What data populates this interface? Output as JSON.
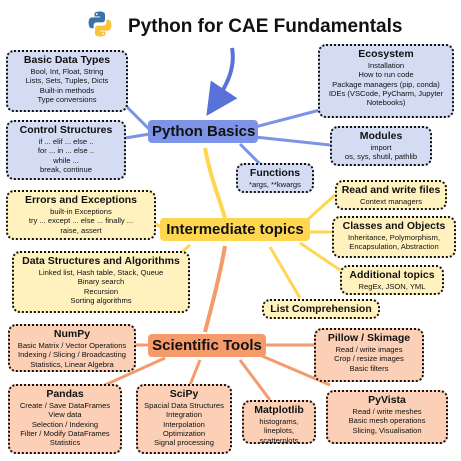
{
  "header": {
    "title": "Python for CAE Fundamentals"
  },
  "colors": {
    "blue_hub": "#7d93e6",
    "blue_box": "#d4dcf4",
    "yellow_hub": "#fed64f",
    "yellow_box": "#fff2bf",
    "orange_hub": "#f59a6a",
    "orange_box": "#fbd0b6",
    "arrow": "#5872d9"
  },
  "hubs": {
    "python_basics": "Python Basics",
    "intermediate": "Intermediate topics",
    "scientific": "Scientific Tools"
  },
  "basics": {
    "data_types": {
      "title": "Basic Data Types",
      "lines": [
        "Bool, Int, Float, String",
        "Lists, Sets, Tuples, Dicts",
        "Built-in methods",
        "Type conversions"
      ]
    },
    "control": {
      "title": "Control Structures",
      "lines": [
        "if ... elif ... else ..",
        "for ... in ... else ..",
        "while ...",
        "break, continue"
      ]
    },
    "ecosystem": {
      "title": "Ecosystem",
      "lines": [
        "Installation",
        "How to run code",
        "Package managers (pip, conda)",
        "IDEs (VSCode, PyCharm, Jupyter",
        "Notebooks)"
      ]
    },
    "modules": {
      "title": "Modules",
      "lines": [
        "import",
        "os, sys, shutil, pathlib"
      ]
    },
    "functions": {
      "title": "Functions",
      "lines": [
        "*args, **kwargs"
      ]
    }
  },
  "intermediate": {
    "errors": {
      "title": "Errors and Exceptions",
      "lines": [
        "built-in Exceptions",
        "try ... except ... else ... finally ...",
        "raise, assert"
      ]
    },
    "dsa": {
      "title": "Data Structures and Algorithms",
      "lines": [
        "Linked list, Hash table, Stack, Queue",
        "Binary search",
        "Recursion",
        "Sorting algorithms"
      ]
    },
    "files": {
      "title": "Read and write files",
      "lines": [
        "Context managers"
      ]
    },
    "classes": {
      "title": "Classes and Objects",
      "lines": [
        "Inheritance, Polymorphism,",
        "Encapsulation, Abstraction"
      ]
    },
    "additional": {
      "title": "Additional topics",
      "lines": [
        "RegEx, JSON, YML"
      ]
    },
    "comprehension": {
      "title": "List Comprehension"
    }
  },
  "scientific": {
    "numpy": {
      "title": "NumPy",
      "lines": [
        "Basic Matrix / Vector Operations",
        "Indexing / Slicing / Broadcasting",
        "Statistics, Linear Algebra"
      ]
    },
    "pandas": {
      "title": "Pandas",
      "lines": [
        "Create / Save DataFrames",
        "View data",
        "Selection / Indexing",
        "Filter / Modify DataFrames",
        "Statistics"
      ]
    },
    "scipy": {
      "title": "SciPy",
      "lines": [
        "Spacial Data Structures",
        "Integration",
        "Interpolation",
        "Optimization",
        "Signal processing"
      ]
    },
    "matplotlib": {
      "title": "Matplotlib",
      "lines": [
        "histograms, lineplots,",
        "scatterplots"
      ]
    },
    "pyvista": {
      "title": "PyVista",
      "lines": [
        "Read / write meshes",
        "Basic mesh operations",
        "Slicing, Visualisation"
      ]
    },
    "pillow": {
      "title": "Pillow / Skimage",
      "lines": [
        "Read / write images",
        "Crop / resize images",
        "Basic filters"
      ]
    }
  }
}
